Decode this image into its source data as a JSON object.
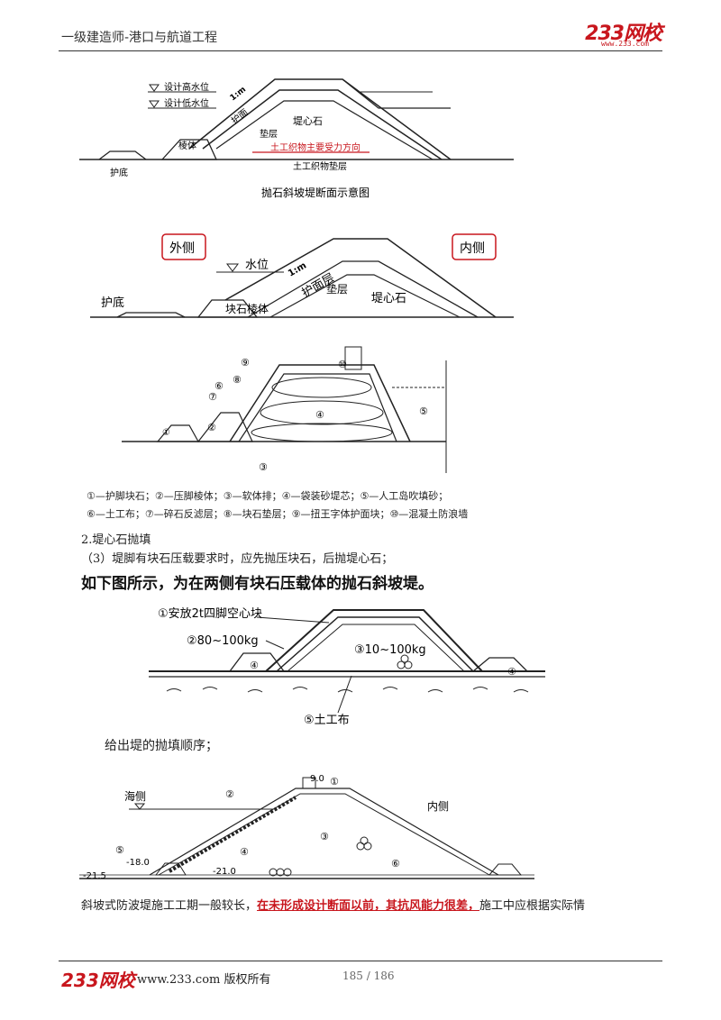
{
  "header": {
    "title": "一级建造师-港口与航道工程",
    "logo": "233网校",
    "logo_url": "www.233.com"
  },
  "figure1": {
    "caption": "抛石斜坡堤断面示意图",
    "labels": {
      "high_water": "设计高水位",
      "low_water": "设计低水位",
      "slope": "1:m",
      "armor": "护面",
      "core": "堤心石",
      "toe": "棱体",
      "cushion": "垫层",
      "geotextile_dir": "土工织物主要受力方向",
      "geotextile": "土工织物垫层",
      "apron": "护底"
    }
  },
  "figure2": {
    "outer": "外侧",
    "inner": "内侧",
    "water": "水位",
    "slope": "1:m",
    "armor": "护面层",
    "cushion": "垫层",
    "core": "堤心石",
    "toe": "块石棱体",
    "apron": "护底"
  },
  "figure3": {
    "nums": [
      "①",
      "②",
      "③",
      "④",
      "⑤",
      "⑥",
      "⑦",
      "⑧",
      "⑨",
      "⑩"
    ]
  },
  "legend": {
    "line1": "①—护脚块石；②—压脚棱体；③—软体排；④—袋装砂堤芯；⑤—人工岛吹填砂；",
    "line2": "⑥—土工布；⑦—碎石反滤层；⑧—块石垫层；⑨—扭王字体护面块；⑩—混凝土防浪墙"
  },
  "section": {
    "heading": "2.堤心石抛填",
    "item3": "（3）堤脚有块石压载要求时，应先抛压块石，后抛堤心石；"
  },
  "big_text": "如下图所示，为在两侧有块石压载体的抛石斜坡堤。",
  "figure4": {
    "l1": "①安放2t四脚空心块",
    "l2": "②80~100kg",
    "l3": "③10~100kg",
    "l4": "④",
    "l5": "⑤土工布"
  },
  "order_text": "给出堤的抛填顺序；",
  "figure5": {
    "sea": "海侧",
    "inner": "内侧",
    "crest": "9.0",
    "toe_level": "-18.0",
    "bed_left": "-21.5",
    "bed_mid": "-21.0",
    "n1": "①",
    "n2": "②",
    "n3": "③",
    "n4": "④",
    "n5": "⑤",
    "n6": "⑥"
  },
  "bottom": {
    "pre": "斜坡式防波堤施工工期一般较长，",
    "red": "在未形成设计断面以前，其抗风能力很差，",
    "post": "施工中应根据实际情"
  },
  "footer": {
    "logo": "233网校",
    "text": "www.233.com 版权所有",
    "page": "185 / 186"
  }
}
